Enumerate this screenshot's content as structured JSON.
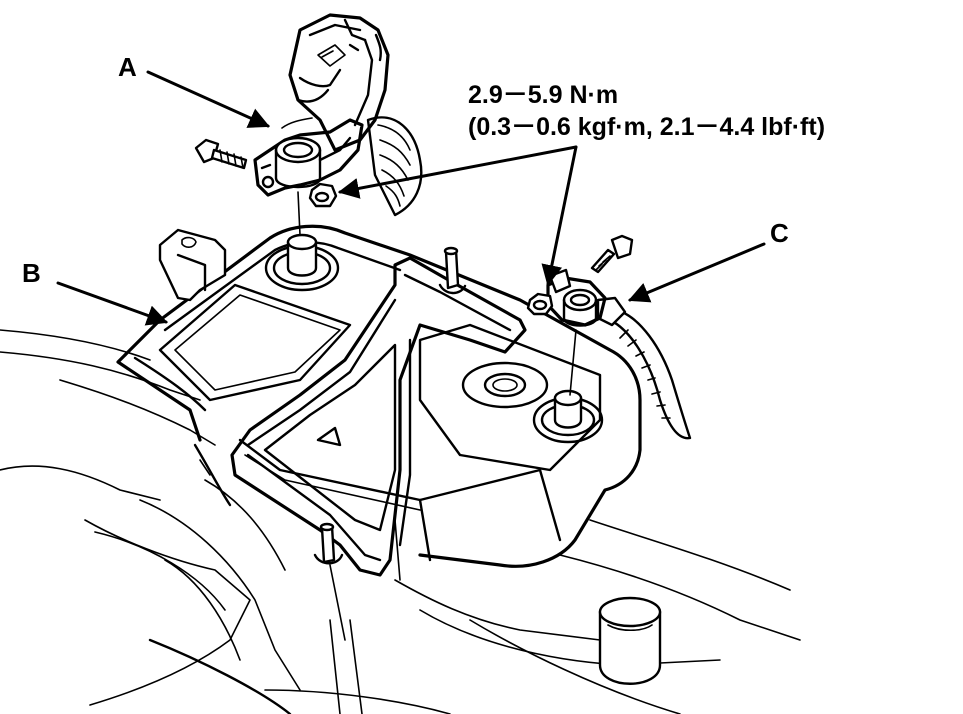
{
  "callouts": {
    "a": "A",
    "b": "B",
    "c": "C"
  },
  "torque_spec": {
    "line1": "2.9－5.9 N·m",
    "line2": "(0.3－0.6 kgf·m, 2.1－4.4 lbf·ft)"
  },
  "colors": {
    "ink": "#000000",
    "paper": "#ffffff"
  }
}
